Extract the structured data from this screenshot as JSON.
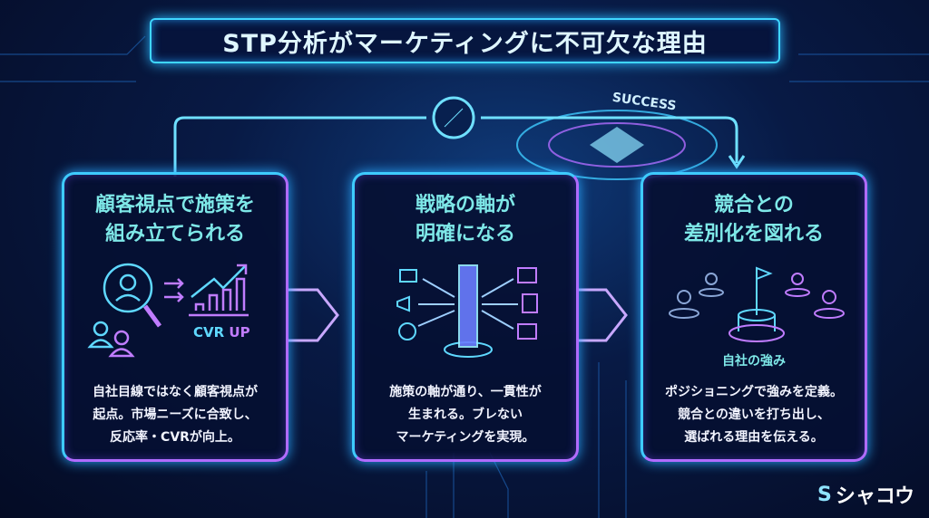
{
  "title": "STP分析がマーケティングに不可欠な理由",
  "success_label": "SUCCESS",
  "cards": [
    {
      "heading_line1": "顧客視点で施策を",
      "heading_line2": "組み立てられる",
      "icon_label_a": "CVR",
      "icon_label_b": "UP",
      "body": [
        "自社目線ではなく顧客視点が",
        "起点。市場ニーズに合致し、",
        "反応率・CVRが向上。"
      ]
    },
    {
      "heading_line1": "戦略の軸が",
      "heading_line2": "明確になる",
      "body": [
        "施策の軸が通り、一貫性が",
        "生まれる。ブレない",
        "マーケティングを実現。"
      ]
    },
    {
      "heading_line1": "競合との",
      "heading_line2": "差別化を図れる",
      "icon_label": "自社の強み",
      "body": [
        "ポジショニングで強みを定義。",
        "競合との違いを打ち出し、",
        "選ばれる理由を伝える。"
      ]
    }
  ],
  "brand": "シャコウ",
  "colors": {
    "cyan": "#3ecbff",
    "purple": "#b06cff",
    "heading": "#7ee8e8"
  }
}
